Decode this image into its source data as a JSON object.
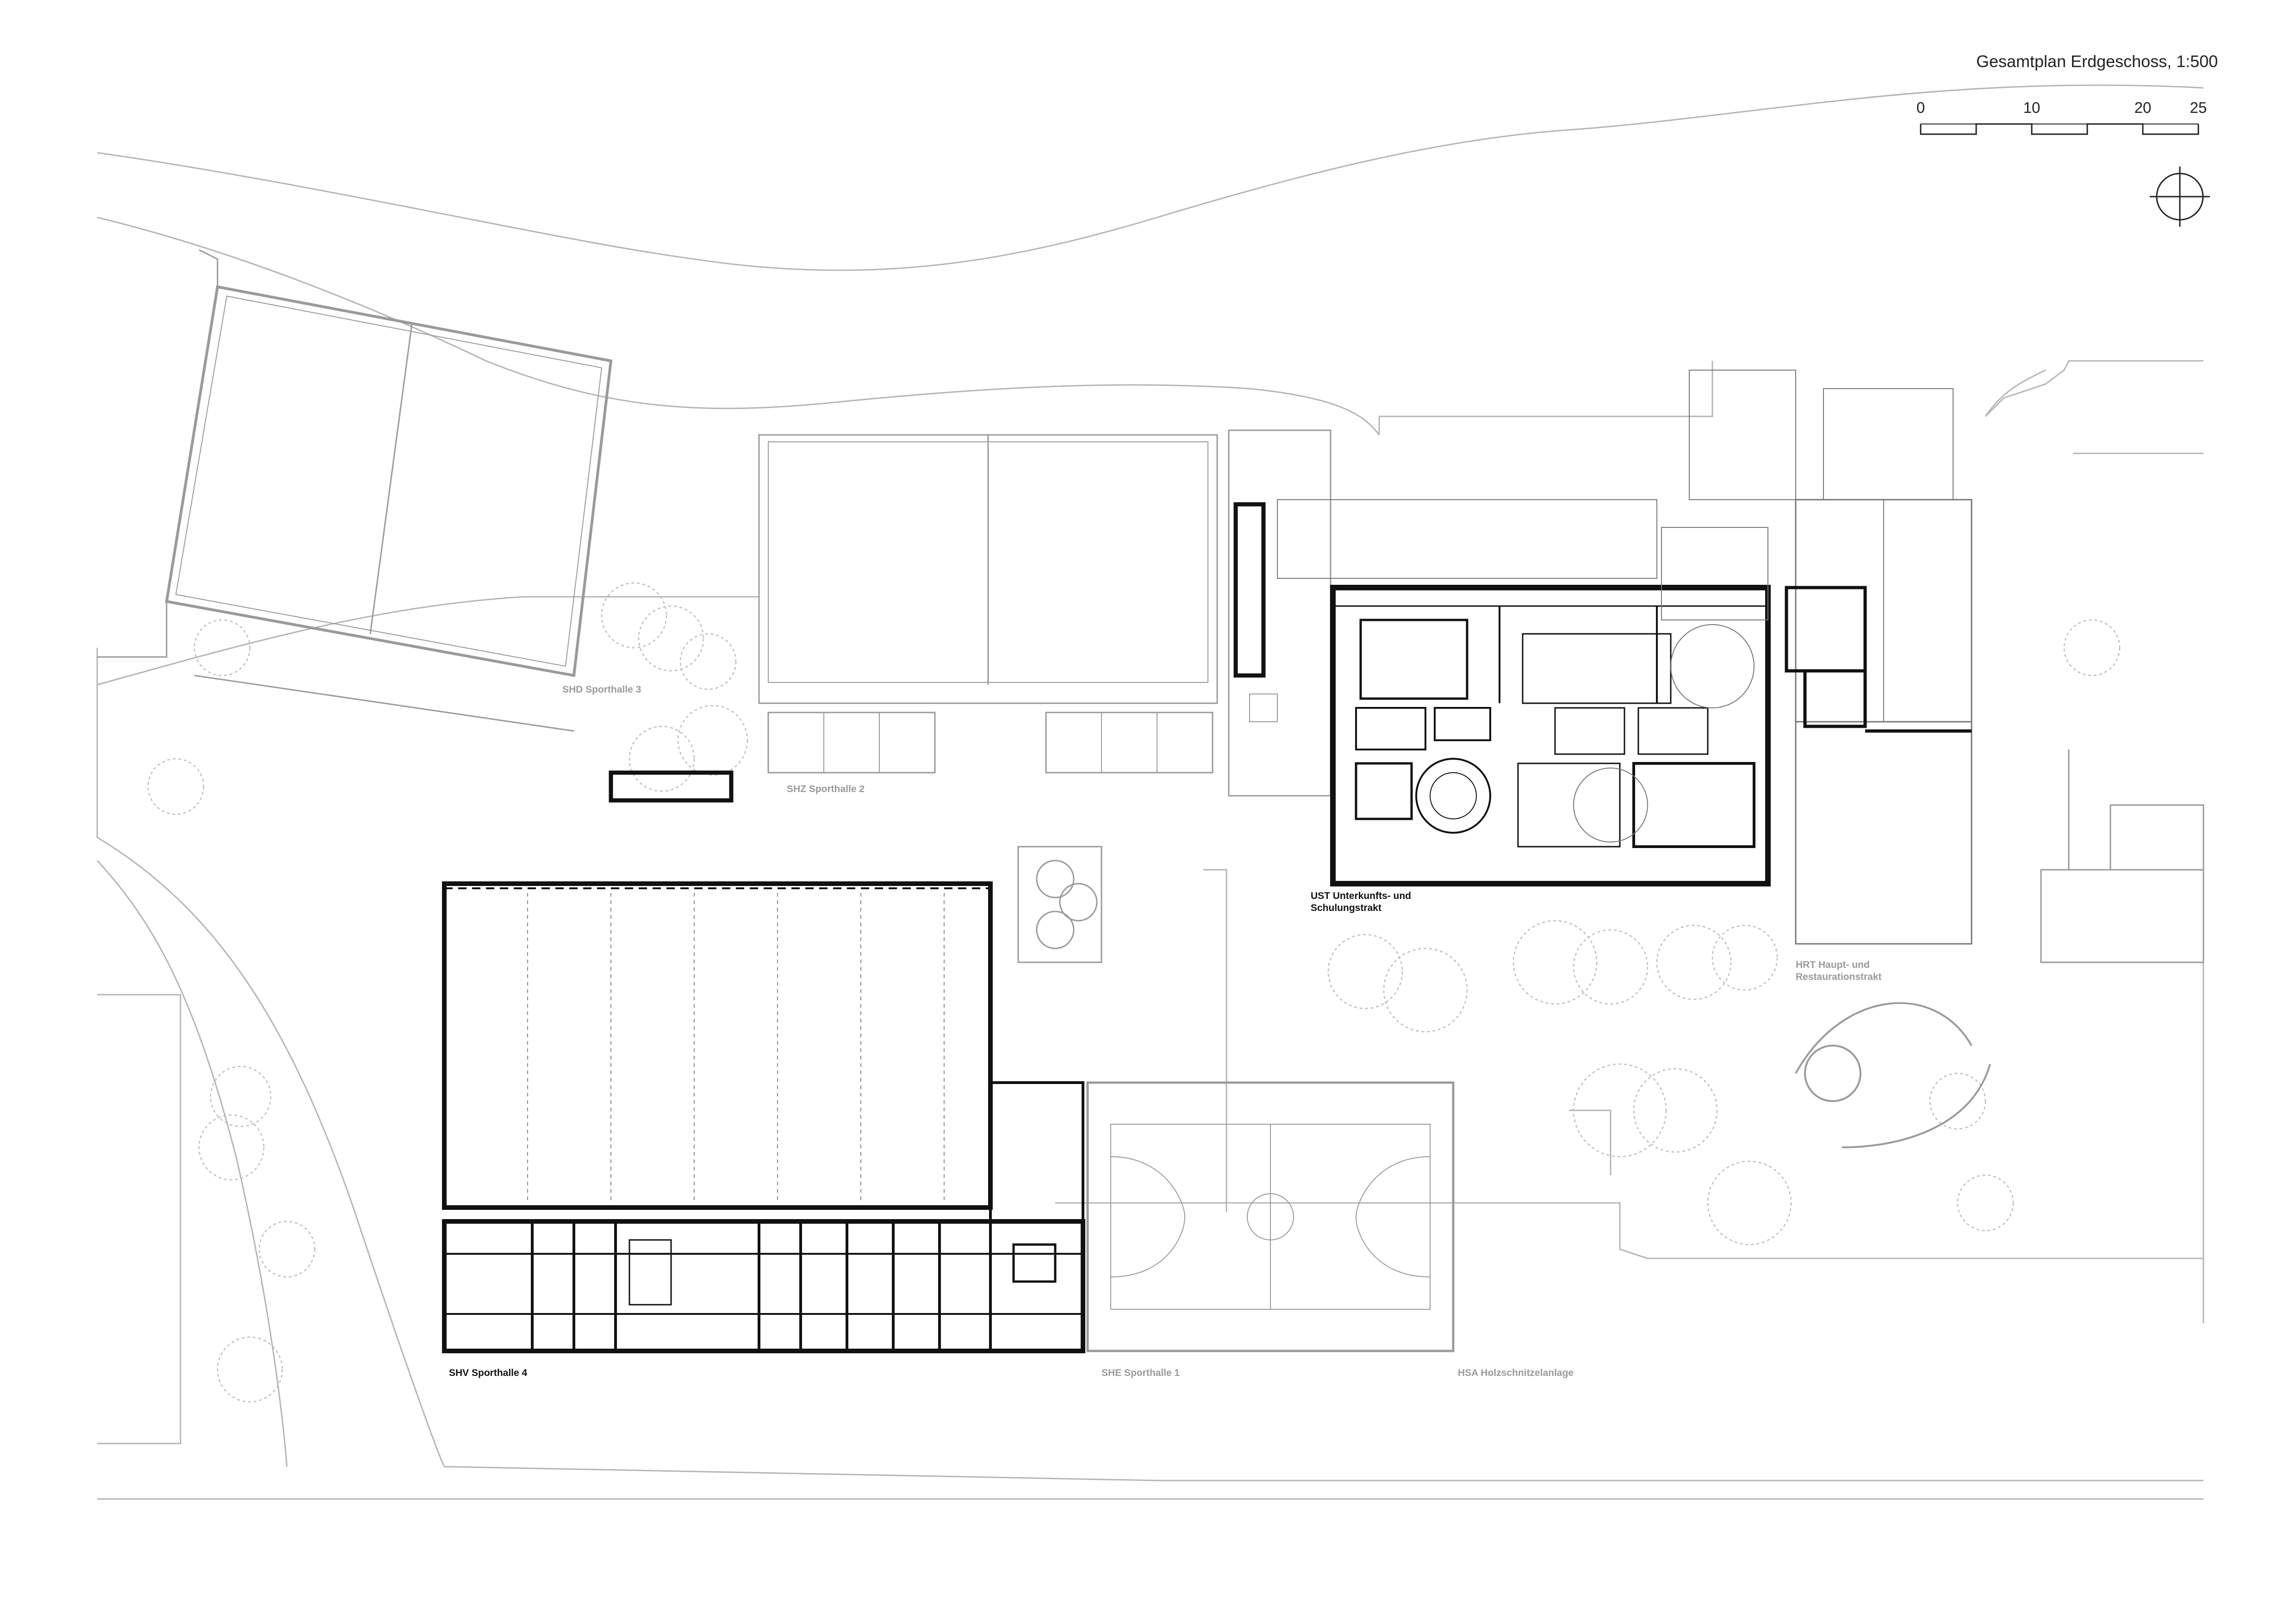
{
  "title": "Gesamtplan Erdgeschoss, 1:500",
  "scale_bar": {
    "ticks": [
      "0",
      "10",
      "20",
      "25"
    ],
    "unit_note": ""
  },
  "north_symbol": "north-arrow-icon",
  "buildings": {
    "shd": "SHD Sporthalle 3",
    "shz": "SHZ Sporthalle 2",
    "ust_line1": "UST Unterkunfts- und",
    "ust_line2": "Schulungstrakt",
    "hrt_line1": "HRT Haupt- und",
    "hrt_line2": "Restaurationstrakt",
    "shv": "SHV Sporthalle 4",
    "she": "SHE Sporthalle 1",
    "hsa": "HSA Holzschnitzelanlage"
  },
  "colors": {
    "ink": "#111111",
    "existing": "#9a9a9a",
    "landscape": "#b8b8b8"
  }
}
